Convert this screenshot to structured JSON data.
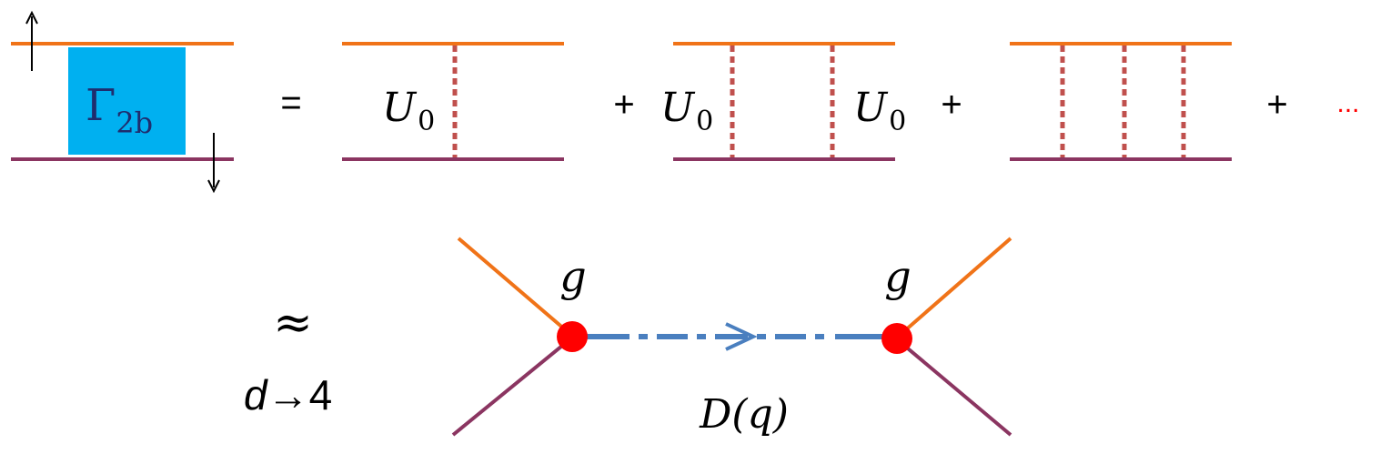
{
  "colors": {
    "up_line": "#f07318",
    "down_line": "#8b3561",
    "interaction": "#c0504d",
    "vertex_box": "#00b0f0",
    "vertex_box_text": "#1f2d6e",
    "propagator": "#4a7fbf",
    "vertex_dot": "#ff0000",
    "ellipsis": "#ff0000",
    "text": "#000000"
  },
  "equation": {
    "vertex_symbol": "Γ",
    "vertex_subscript": "2b",
    "spin_up_symbol": "↑",
    "spin_down_symbol": "↓",
    "equals": "=",
    "plus": "+",
    "ellipsis": "...",
    "coupling_symbol": "U",
    "coupling_subscript": "0"
  },
  "approximation": {
    "approx_symbol": "≈",
    "limit_var": "d",
    "limit_arrow": "→",
    "limit_value": "4",
    "vertex_coupling": "g",
    "propagator_label": "D(q)"
  },
  "icons": [
    "arrow-up-icon",
    "arrow-down-icon",
    "propagator-arrow-icon"
  ]
}
